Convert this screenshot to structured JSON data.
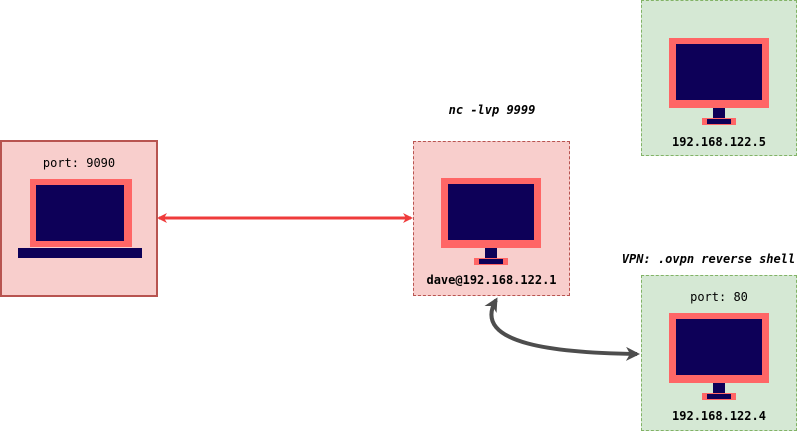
{
  "colors": {
    "red_fill": "#f8cecc",
    "red_border": "#b85450",
    "green_fill": "#d5e8d4",
    "green_border": "#82b366",
    "monitor_frame": "#ff6666",
    "screen": "#0d0058",
    "arrow_red": "#ef3b3b",
    "arrow_gray": "#4d4d4d"
  },
  "nodes": {
    "laptop": {
      "icon": "laptop-icon",
      "port_label": "port: 9090"
    },
    "attacker": {
      "icon": "monitor-icon",
      "command": "nc -lvp 9999",
      "host_label": "dave@192.168.122.1"
    },
    "target_5": {
      "icon": "monitor-icon",
      "host_label": "192.168.122.5"
    },
    "target_4": {
      "icon": "monitor-icon",
      "vpn_label": "VPN: .ovpn reverse shell",
      "port_label": "port: 80",
      "host_label": "192.168.122.4"
    }
  },
  "edges": [
    {
      "from": "laptop",
      "to": "attacker",
      "style": "bidirectional"
    },
    {
      "from": "attacker",
      "to": "target_4",
      "style": "bidirectional-curved"
    }
  ]
}
